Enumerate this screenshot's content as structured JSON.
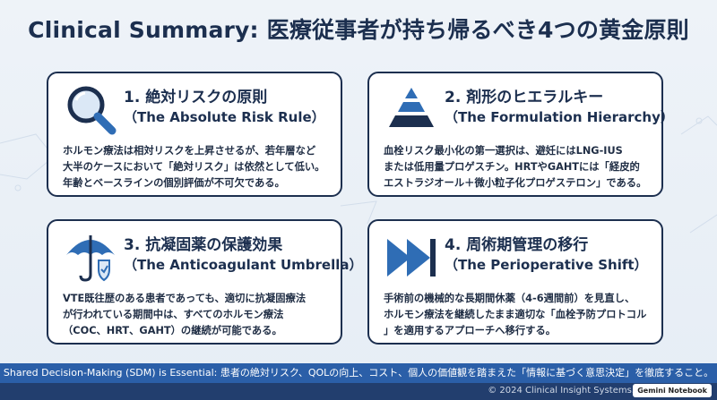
{
  "title": "Clinical Summary: 医療従事者が持ち帰るべき4つの黄金原則",
  "cards": [
    {
      "heading": "1. 絶対リスクの原則",
      "subheading": "（The Absolute Risk Rule）",
      "icon": "magnifier-icon",
      "body": [
        "ホルモン療法は相対リスクを上昇させるが、若年層など",
        "大半のケースにおいて「絶対リスク」は依然として低い。",
        "年齢とベースラインの個別評価が不可欠である。"
      ]
    },
    {
      "heading": "2. 剤形のヒエラルキー",
      "subheading": "（The Formulation Hierarchy）",
      "icon": "pyramid-icon",
      "body": [
        "血栓リスク最小化の第一選択は、避妊にはLNG-IUS",
        "または低用量プロゲスチン。HRTやGAHTには「経皮的",
        "エストラジオール＋微小粒子化プロゲステロン」である。"
      ]
    },
    {
      "heading": "3. 抗凝固薬の保護効果",
      "subheading": "（The Anticoagulant Umbrella）",
      "icon": "umbrella-shield-icon",
      "body": [
        "VTE既往歴のある患者であっても、適切に抗凝固療法",
        "が行われている期間中は、すべてのホルモン療法",
        "（COC、HRT、GAHT）の継続が可能である。"
      ]
    },
    {
      "heading": "4. 周術期管理の移行",
      "subheading": "（The Perioperative Shift）",
      "icon": "fast-forward-icon",
      "body": [
        "手術前の機械的な長期間休薬（4-6週間前）を見直し、",
        "ホルモン療法を継続したまま適切な「血栓予防プロトコル",
        "」を適用するアプローチへ移行する。"
      ]
    }
  ],
  "bottom_bar": "Shared Decision-Making (SDM) is Essential: 患者の絶対リスク、QOLの向上、コスト、個人の価値観を踏まえた「情報に基づく意思決定」を徹底すること。",
  "copyright": "© 2024 Clinical Insight Systems. A",
  "brand": "Gemini Notebook",
  "colors": {
    "navy": "#1c2f4f",
    "accent": "#2b5fa8",
    "icon_blue": "#2f6db5"
  }
}
